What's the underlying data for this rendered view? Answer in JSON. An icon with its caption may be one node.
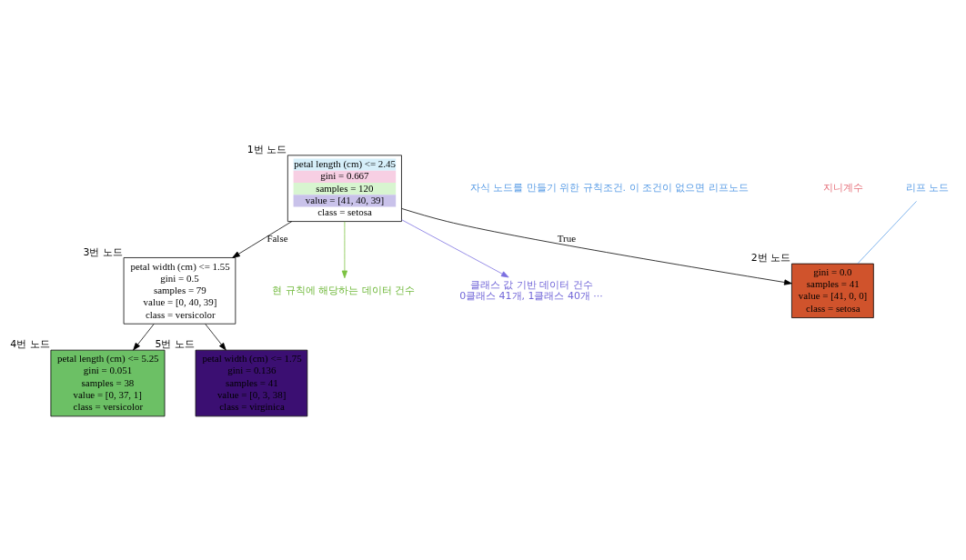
{
  "diagram": {
    "nodes": [
      {
        "text": [
          "petal length (cm) <= 2.45",
          "gini = 0.667",
          "samples = 120",
          "value = [41, 40, 39]",
          "class = setosa"
        ],
        "beside": [
          "1번 노드"
        ]
      },
      {
        "text": [
          "gini = 0.0",
          "samples = 41",
          "value = [41, 0, 0]",
          "class = setosa"
        ],
        "beside": [
          "2번 노드"
        ]
      },
      {
        "text": [
          "petal width (cm) <= 1.55",
          "gini = 0.5",
          "samples = 79",
          "value = [0, 40, 39]",
          "class = versicolor"
        ],
        "beside": [
          "3번 노드"
        ]
      },
      {
        "text": [
          "petal length (cm) <= 5.25",
          "gini = 0.051",
          "samples = 38",
          "value = [0, 37, 1]",
          "class = versicolor"
        ],
        "beside": [
          "4번 노드"
        ]
      },
      {
        "text": [
          "petal width (cm) <= 1.75",
          "gini = 0.136",
          "samples = 41",
          "value = [0, 3, 38]",
          "class = virginica"
        ],
        "beside": [
          "5번 노드"
        ]
      },
      {
        "text": [
          "현 규칙에 해당하는 데이터 건수"
        ]
      },
      {
        "text": [
          "클래스 값 기반 데이터 건수",
          "0클래스 41개, 1클래스 40개 ···"
        ]
      },
      {
        "text": [
          "리프 노드"
        ]
      }
    ],
    "edges": [
      {
        "from": 0,
        "to": 1,
        "arrow": "to",
        "label": "True"
      },
      {
        "from": 0,
        "to": 2,
        "arrow": "to",
        "label": "False"
      },
      {
        "from": 2,
        "to": 3,
        "arrow": "to"
      },
      {
        "from": 2,
        "to": 4,
        "arrow": "to"
      },
      {
        "from": 0,
        "to": 5,
        "arrow": "to",
        "color": "#7cc242"
      },
      {
        "from": 0,
        "to": 6,
        "arrow": "to",
        "color": "#7b6fe0"
      },
      {
        "from": 7,
        "to": 1,
        "arrow": "none",
        "color": "#5ea0e8"
      }
    ],
    "labels": [
      "자식 노드를 만들기 위한 규칙조건. 이 조건이 없으면 리프노드",
      "지니계수"
    ]
  }
}
